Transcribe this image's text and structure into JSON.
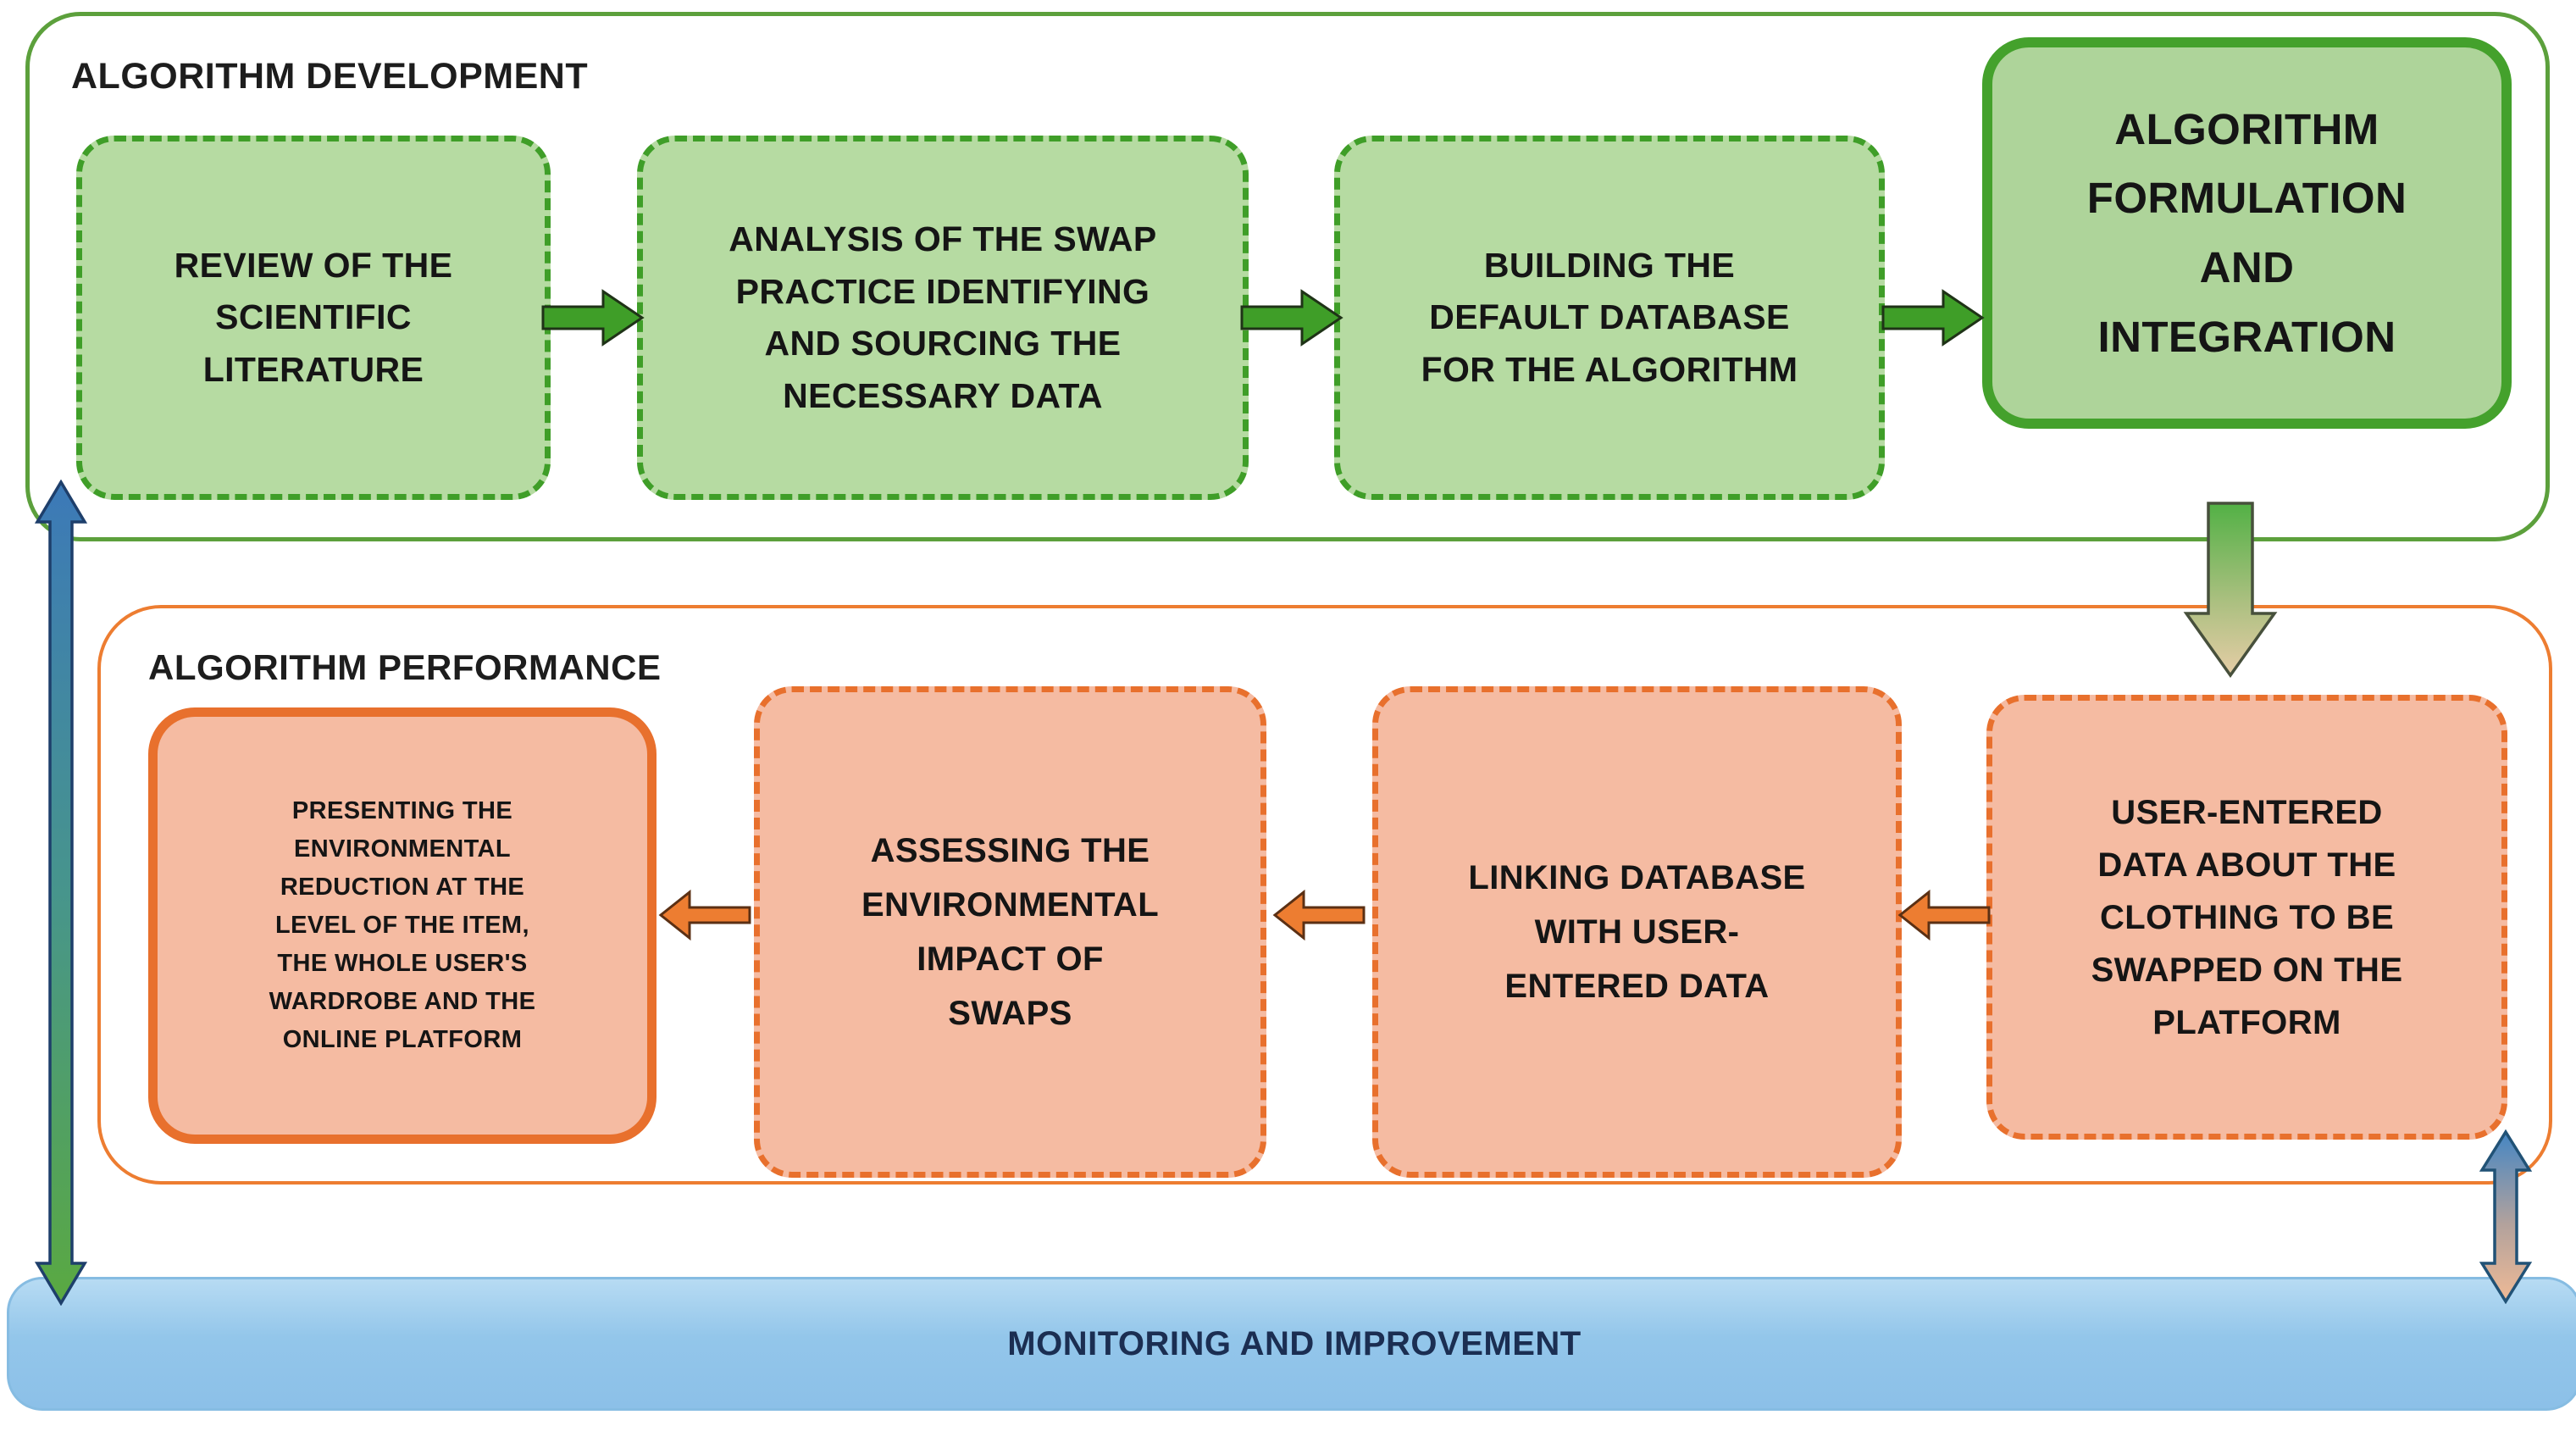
{
  "development": {
    "label": "ALGORITHM DEVELOPMENT",
    "boxes": [
      {
        "id": "review-literature",
        "text": "REVIEW OF THE\nSCIENTIFIC\nLITERATURE",
        "border": "dashed"
      },
      {
        "id": "swap-practice-analysis",
        "text": "ANALYSIS OF THE SWAP\nPRACTICE IDENTIFYING\nAND SOURCING THE\nNECESSARY DATA",
        "border": "dashed"
      },
      {
        "id": "default-database",
        "text": "BUILDING THE\nDEFAULT DATABASE\nFOR THE ALGORITHM",
        "border": "dashed"
      },
      {
        "id": "algorithm-formulation",
        "text": "ALGORITHM\nFORMULATION\nAND\nINTEGRATION",
        "border": "solid"
      }
    ]
  },
  "performance": {
    "label": "ALGORITHM PERFORMANCE",
    "boxes": [
      {
        "id": "presenting-reduction",
        "text": "PRESENTING THE\nENVIRONMENTAL\nREDUCTION AT THE\nLEVEL OF THE ITEM,\nTHE WHOLE USER'S\nWARDROBE AND THE\nONLINE PLATFORM",
        "border": "solid"
      },
      {
        "id": "assessing-impact",
        "text": "ASSESSING THE\nENVIRONMENTAL\nIMPACT OF\nSWAPS",
        "border": "dashed"
      },
      {
        "id": "linking-database",
        "text": "LINKING DATABASE\nWITH USER-\nENTERED DATA",
        "border": "dashed"
      },
      {
        "id": "user-entered-data",
        "text": "USER-ENTERED\nDATA ABOUT THE\nCLOTHING TO BE\nSWAPPED ON THE\nPLATFORM",
        "border": "dashed"
      }
    ]
  },
  "monitoring": {
    "label": "MONITORING AND IMPROVEMENT"
  },
  "flow": {
    "development_sequence": [
      "review-literature",
      "swap-practice-analysis",
      "default-database",
      "algorithm-formulation"
    ],
    "bridge": {
      "from": "algorithm-formulation",
      "to": "user-entered-data"
    },
    "performance_sequence": [
      "user-entered-data",
      "linking-database",
      "assessing-impact",
      "presenting-reduction"
    ],
    "feedback_links": [
      {
        "from": "monitoring-bar",
        "to": "algorithm-development-section",
        "style": "double-headed blue-green vertical arrow"
      },
      {
        "from": "monitoring-bar",
        "to": "algorithm-performance-section",
        "style": "double-headed blue-peach vertical arrow"
      }
    ]
  },
  "colors": {
    "green_box_fill": "#b6dba2",
    "green_dashed_border": "#3f9e28",
    "green_solid_border": "#44a12c",
    "green_container_border": "#5ca03c",
    "orange_box_fill": "#f5bba2",
    "orange_border": "#e8702d",
    "orange_container_border": "#ed7d31",
    "blue_bar_fill": "#8cc0e8",
    "blue_bar_text": "#1b2e52",
    "flow_arrow_green": "#3f9e28",
    "flow_arrow_orange": "#ed7d31",
    "feedback_arrow_blue": "#3d7ab8",
    "bridge_arrow_top": "#52b145",
    "bridge_arrow_bottom": "#e5cda6",
    "text_color": "#151515"
  }
}
